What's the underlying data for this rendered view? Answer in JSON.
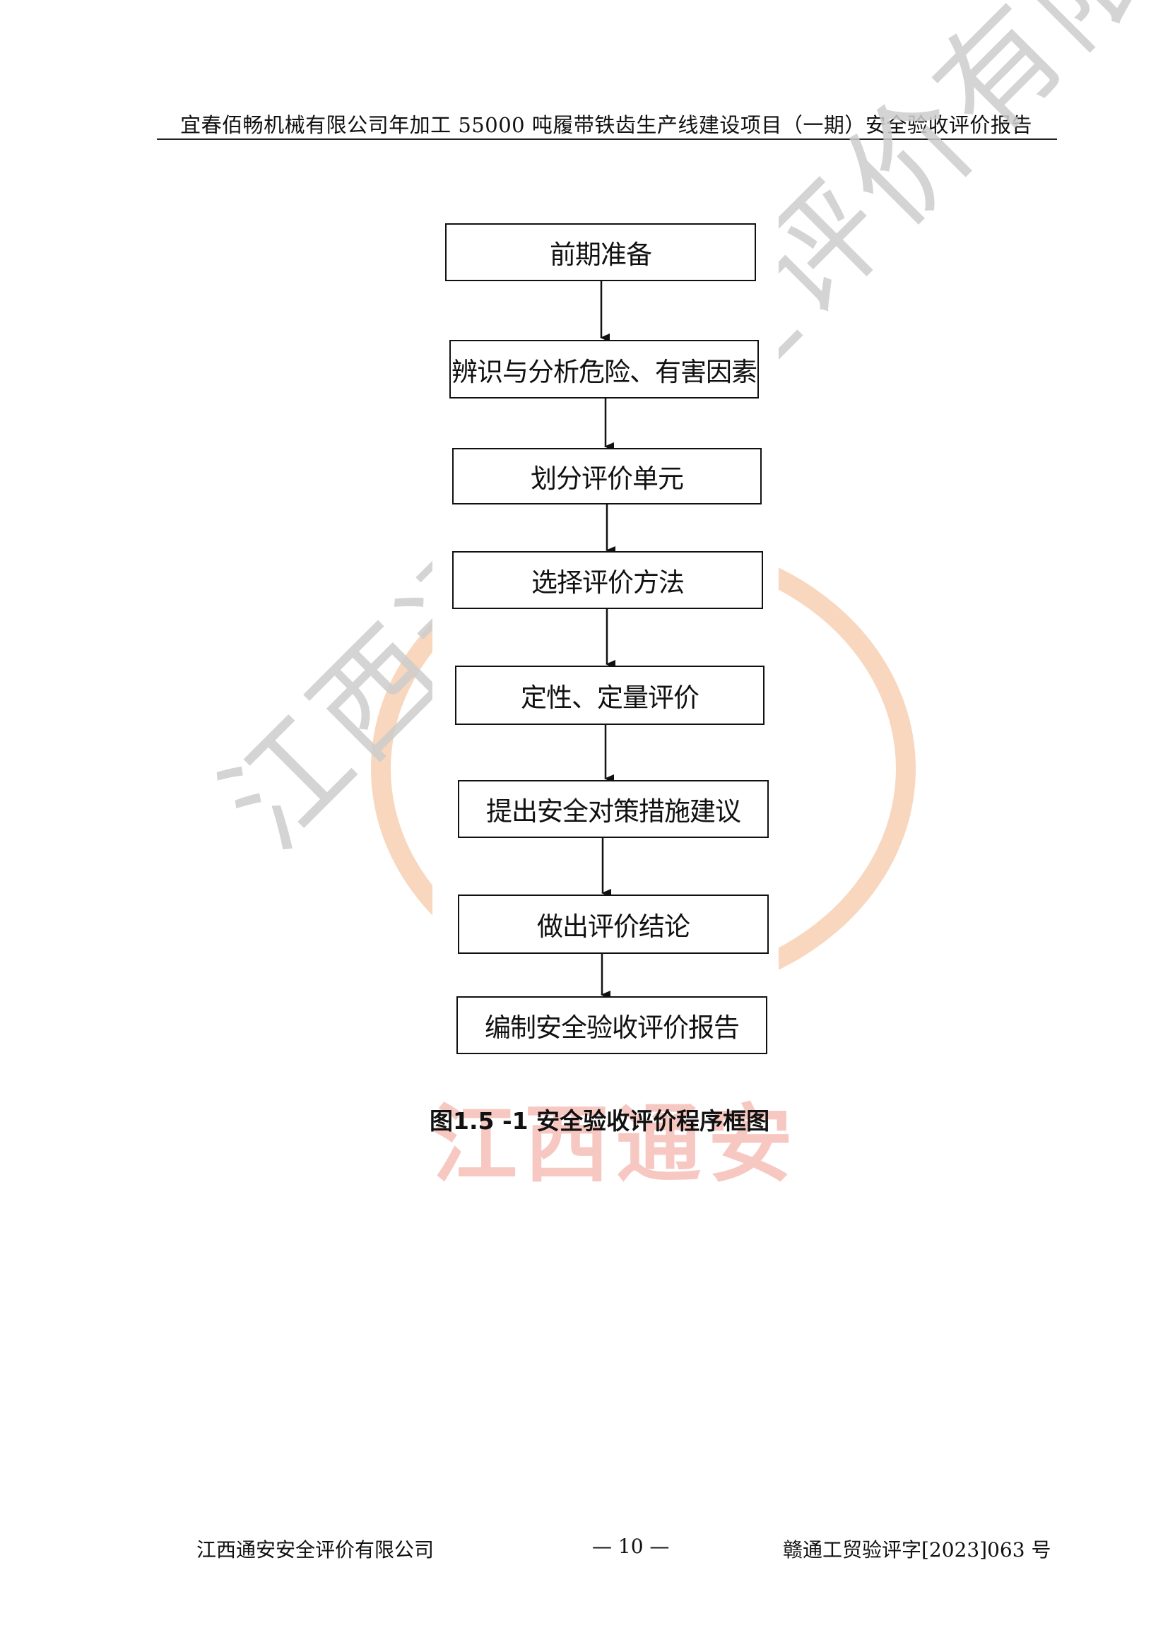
{
  "header": {
    "title": "宜春佰畅机械有限公司年加工 55000 吨履带铁齿生产线建设项目（一期）安全验收评价报告"
  },
  "watermark": {
    "diagonal_text": "江西通安安全评价有限公司",
    "seal_text": "江西通安",
    "seal_color": "#f6c9a8",
    "text_color": "#cdcdcd"
  },
  "diagram": {
    "steps": [
      "前期准备",
      "辨识与分析危险、有害因素",
      "划分评价单元",
      "选择评价方法",
      "定性、定量评价",
      "提出安全对策措施建议",
      "做出评价结论",
      "编制安全验收评价报告"
    ],
    "caption": "图1.5 -1   安全验收评价程序框图"
  },
  "footer": {
    "company": "江西通安安全评价有限公司",
    "page": "— 10 —",
    "doc_number": "赣通工贸验评字[2023]063 号"
  }
}
